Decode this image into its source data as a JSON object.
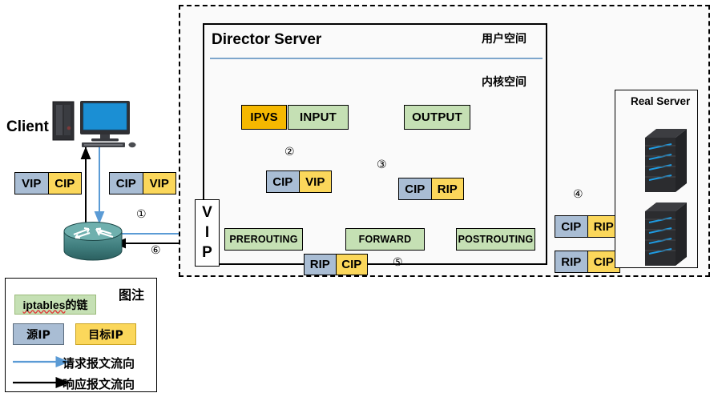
{
  "diagram": {
    "title_director": "Director Server",
    "title_realserver": "Real Server",
    "label_client": "Client",
    "label_userspace": "用户空间",
    "label_kernelspace": "内核空间",
    "vip_letters": [
      "V",
      "I",
      "P"
    ],
    "chains": {
      "input": "INPUT",
      "output": "OUTPUT",
      "prerouting": "PREROUTING",
      "forward": "FORWARD",
      "postrouting": "POSTROUTING"
    },
    "ipvs": "IPVS",
    "packets": [
      {
        "id": "pkt-client-resp",
        "src": "VIP",
        "dst": "CIP"
      },
      {
        "id": "pkt-client-req",
        "src": "CIP",
        "dst": "VIP"
      },
      {
        "id": "pkt-prerouting-in",
        "src": "CIP",
        "dst": "VIP"
      },
      {
        "id": "pkt-input-out",
        "src": "CIP",
        "dst": "RIP"
      },
      {
        "id": "pkt-return-low",
        "src": "RIP",
        "dst": "CIP"
      },
      {
        "id": "pkt-rs-in",
        "src": "CIP",
        "dst": "RIP"
      },
      {
        "id": "pkt-rs-out",
        "src": "RIP",
        "dst": "CIP"
      }
    ],
    "steps": [
      "①",
      "②",
      "③",
      "④",
      "⑤",
      "⑥"
    ]
  },
  "legend": {
    "title": "图注",
    "chain_prefix": "iptables",
    "chain_suffix": "的链",
    "source_ip": "源IP",
    "dest_ip": "目标IP",
    "request_flow": "请求报文流向",
    "response_flow": "响应报文流向"
  },
  "colors": {
    "chain_green": "#c5e0b4",
    "ipvs_orange": "#f5b800",
    "source_gray_blue": "#a9bdd4",
    "dest_yellow": "#fbd75b",
    "request_blue": "#5b9bd5",
    "response_black": "#000000",
    "router_teal": "#4e8d8d",
    "monitor_blue": "#1b8fd4"
  }
}
